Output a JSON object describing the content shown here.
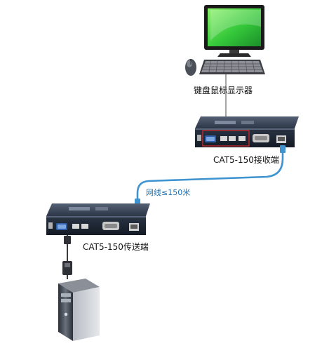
{
  "labels": {
    "kvm_console": "键盘鼠标显示器",
    "receiver": "CAT5-150接收端",
    "cable": "网线≤150米",
    "transmitter": "CAT5-150传送端"
  },
  "icons": {
    "monitor": "monitor-icon",
    "keyboard": "keyboard-icon",
    "mouse": "mouse-icon",
    "receiver": "receiver-device-icon",
    "transmitter": "transmitter-device-icon",
    "pc": "pc-tower-icon",
    "connector": "vga-connector-icon"
  },
  "colors": {
    "network_cable": "#3f93cf",
    "device_body": "#1f2a3a",
    "port_highlight": "#cc2b2b",
    "monitor_screen": "#3fcf3f"
  }
}
